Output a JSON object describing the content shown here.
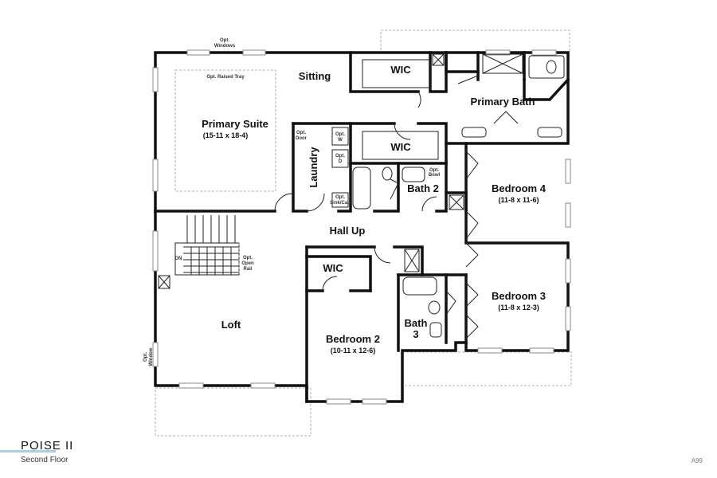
{
  "plan": {
    "name": "POISE II",
    "floor": "Second Floor",
    "code": "A99"
  },
  "rooms": {
    "primary_suite": {
      "name": "Primary Suite",
      "dims": "(15-11 x 18-4)"
    },
    "sitting": {
      "name": "Sitting"
    },
    "wic_primary_top": {
      "name": "WIC"
    },
    "wic_primary_mid": {
      "name": "WIC"
    },
    "primary_bath": {
      "name": "Primary Bath"
    },
    "laundry": {
      "name": "Laundry"
    },
    "bath2": {
      "name": "Bath 2"
    },
    "bedroom4": {
      "name": "Bedroom 4",
      "dims": "(11-8 x 11-6)"
    },
    "hall_up": {
      "name": "Hall Up"
    },
    "loft": {
      "name": "Loft"
    },
    "wic_bed2": {
      "name": "WIC"
    },
    "bedroom2": {
      "name": "Bedroom 2",
      "dims": "(10-11 x 12-6)"
    },
    "bath3_line1": {
      "name": "Bath"
    },
    "bath3_line2": {
      "name": "3"
    },
    "bedroom3": {
      "name": "Bedroom 3",
      "dims": "(11-8 x 12-3)"
    }
  },
  "notes": {
    "opt_windows_1": "Opt.",
    "opt_windows_2": "Windows",
    "opt_raised_tray": "Opt. Raised Tray",
    "opt_door_1": "Opt.",
    "opt_door_2": "Door",
    "opt_w_1": "Opt.",
    "opt_w_2": "W",
    "opt_d_1": "Opt.",
    "opt_d_2": "D",
    "opt_sink_1": "Opt.",
    "opt_sink_2": "Sink/Cab",
    "opt_bowl_1": "Opt.",
    "opt_bowl_2": "Bowl",
    "dn": "DN",
    "opt_open_rail_1": "Opt.",
    "opt_open_rail_2": "Open",
    "opt_open_rail_3": "Rail",
    "opt_window_1": "Opt.",
    "opt_window_2": "Window"
  }
}
